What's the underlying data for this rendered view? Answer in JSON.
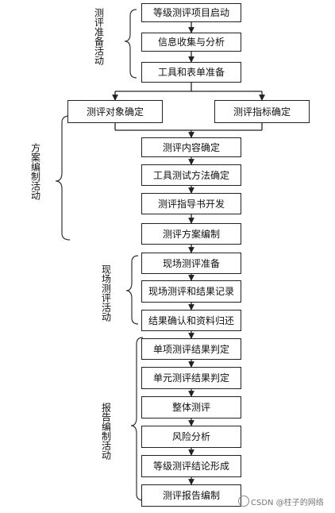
{
  "phases": {
    "prep": "测评准备活动",
    "plan": "方案编制活动",
    "field": "现场测评活动",
    "report": "报告编制活动"
  },
  "steps": {
    "start": "等级测评项目启动",
    "info": "信息收集与分析",
    "tools": "工具和表单准备",
    "object": "测评对象确定",
    "indicator": "测评指标确定",
    "content": "测评内容确定",
    "method": "工具测试方法确定",
    "guide": "测评指导书开发",
    "scheme": "测评方案编制",
    "field_prep": "现场测评准备",
    "field_record": "现场测评和结果记录",
    "confirm": "结果确认和资料归还",
    "single": "单项测评结果判定",
    "unit": "单元测评结果判定",
    "overall": "整体测评",
    "risk": "风险分析",
    "conclusion": "等级测评结论形成",
    "report": "测评报告编制"
  },
  "watermark": "CSDN @柱子的网络"
}
